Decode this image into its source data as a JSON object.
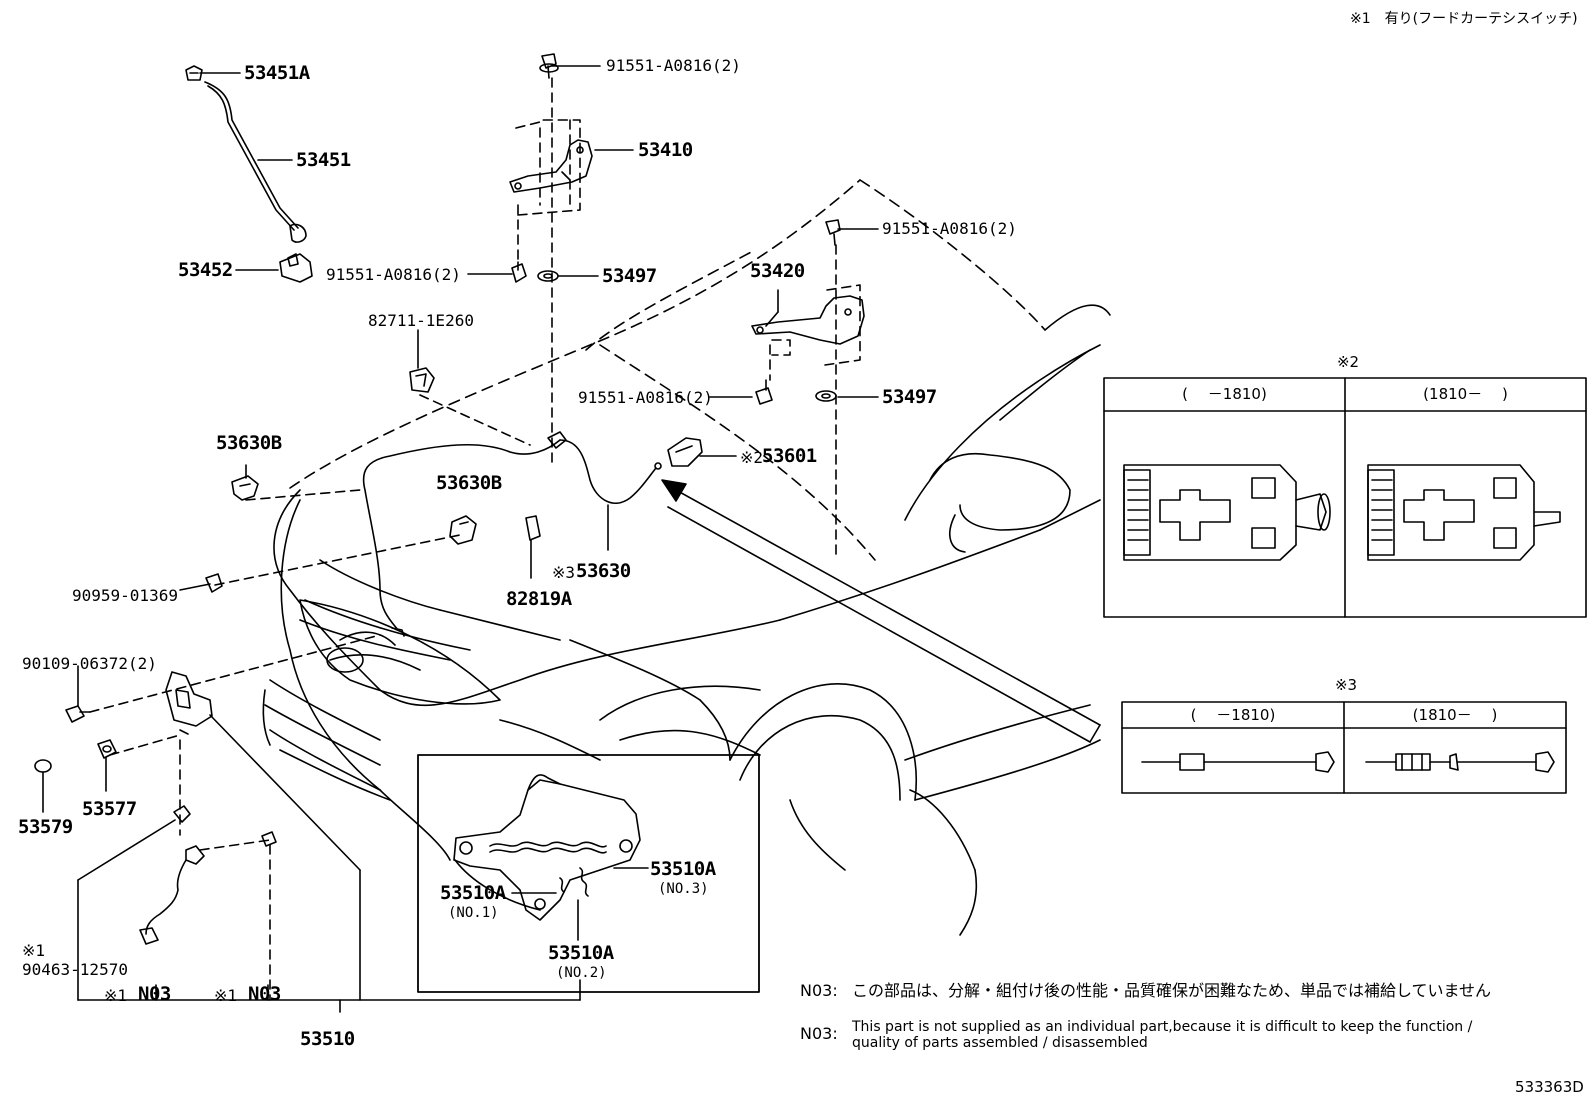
{
  "header_note": "※1　有り(フードカーテシスイッチ)",
  "diagram_code": "533363D",
  "parts": {
    "p53451A": "53451A",
    "p53451": "53451",
    "p53452": "53452",
    "p91551_top": "91551-A0816(2)",
    "p53410": "53410",
    "p91551_left": "91551-A0816(2)",
    "p53497_a": "53497",
    "p91551_right": "91551-A0816(2)",
    "p53420": "53420",
    "p91551_mid": "91551-A0816(2)",
    "p53497_b": "53497",
    "p82711": "82711-1E260",
    "p53630B_a": "53630B",
    "p53630B_b": "53630B",
    "p53601": "53601",
    "p53601_mark": "※2",
    "p53630": "53630",
    "p53630_mark": "※3",
    "p82819A": "82819A",
    "p90959": "90959-01369",
    "p90109": "90109-06372(2)",
    "p53579": "53579",
    "p53577": "53577",
    "p90463_mark": "※1",
    "p90463": "90463-12570",
    "n03_a_mark": "※1",
    "n03_a": "N03",
    "n03_b_mark": "※1",
    "n03_b": "N03",
    "p53510": "53510"
  },
  "inset_latch": {
    "p53510A_no1": "53510A",
    "p53510A_no1_sub": "(NO.1)",
    "p53510A_no2": "53510A",
    "p53510A_no2_sub": "(NO.2)",
    "p53510A_no3": "53510A",
    "p53510A_no3_sub": "(NO.3)"
  },
  "table2": {
    "mark": "※2",
    "col1": "(　 －1810)",
    "col2": "(1810－　 )"
  },
  "table3": {
    "mark": "※3",
    "col1": "(　 －1810)",
    "col2": "(1810－　 )"
  },
  "notes": {
    "n03_jp_code": "N03:",
    "n03_jp_text": "この部品は、分解・組付け後の性能・品質確保が困難なため、単品では補給していません",
    "n03_en_code": "N03:",
    "n03_en_line1": "This part is not supplied as an individual part,because it is difficult to keep the function /",
    "n03_en_line2": "quality of parts assembled / disassembled"
  }
}
